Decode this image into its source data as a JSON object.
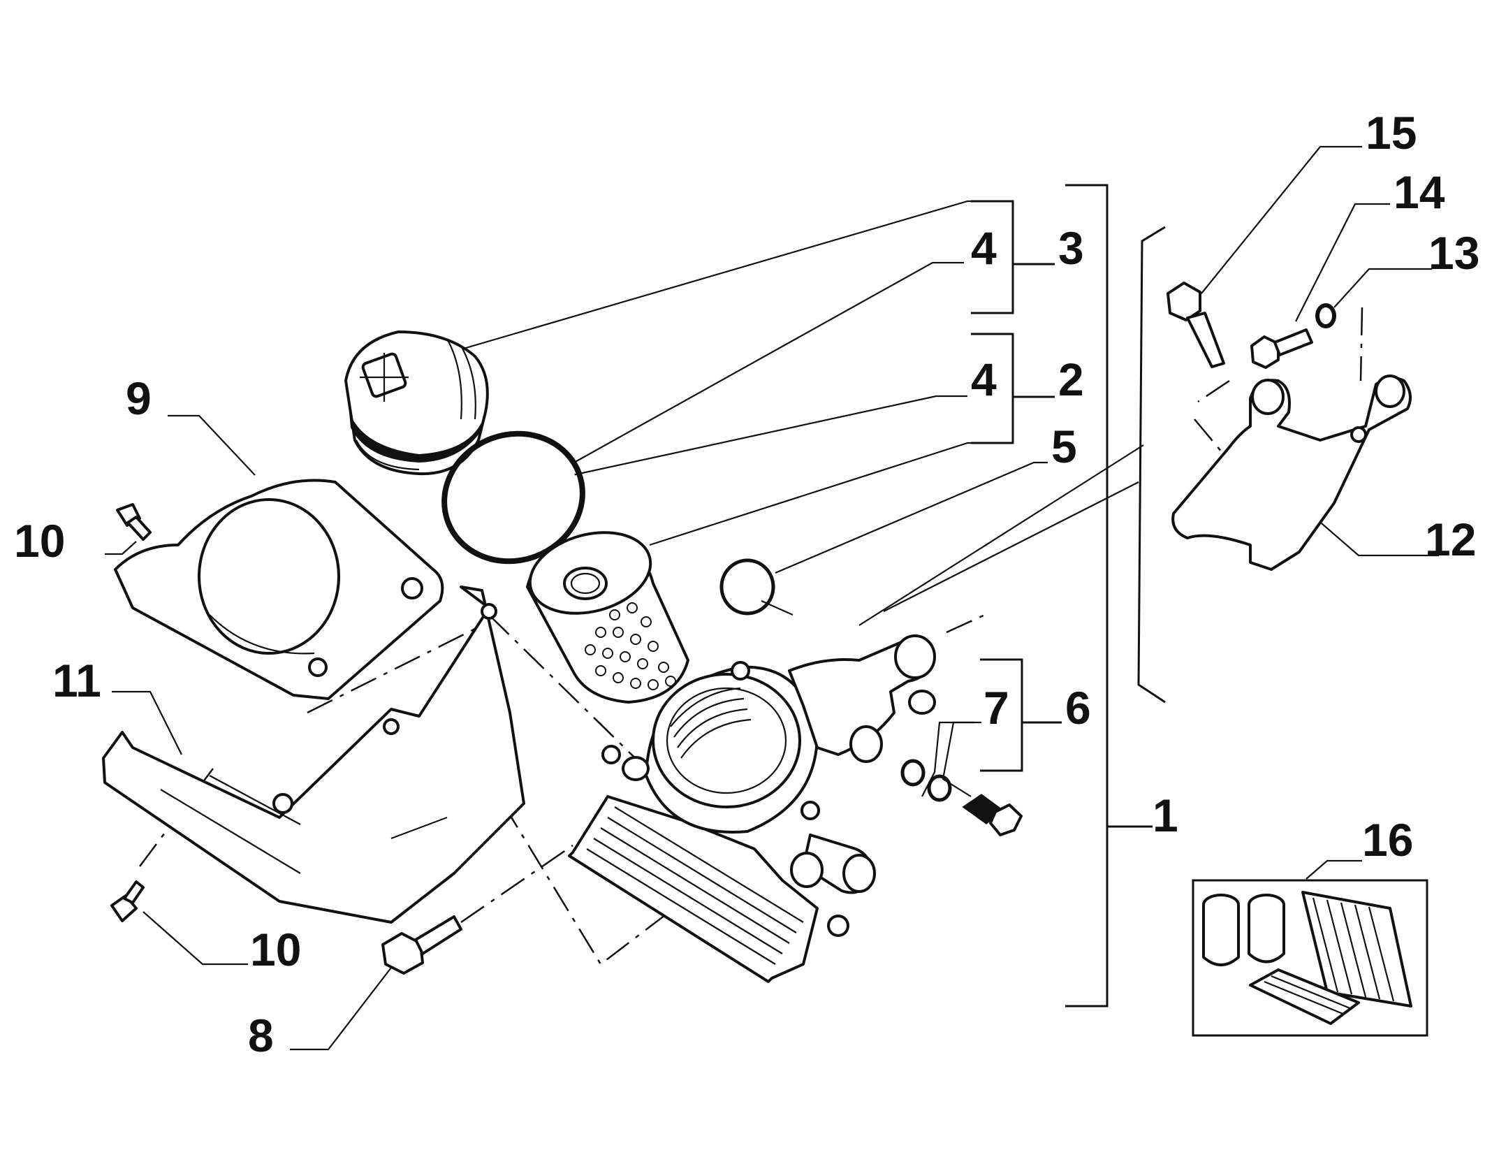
{
  "diagram": {
    "type": "exploded-parts-view",
    "callouts": [
      {
        "id": "c15",
        "text": "15"
      },
      {
        "id": "c14",
        "text": "14"
      },
      {
        "id": "c13",
        "text": "13"
      },
      {
        "id": "c4a",
        "text": "4"
      },
      {
        "id": "c3",
        "text": "3"
      },
      {
        "id": "c4b",
        "text": "4"
      },
      {
        "id": "c2",
        "text": "2"
      },
      {
        "id": "c5",
        "text": "5"
      },
      {
        "id": "c9",
        "text": "9"
      },
      {
        "id": "c10a",
        "text": "10"
      },
      {
        "id": "c12",
        "text": "12"
      },
      {
        "id": "c11",
        "text": "11"
      },
      {
        "id": "c7",
        "text": "7"
      },
      {
        "id": "c6",
        "text": "6"
      },
      {
        "id": "c1",
        "text": "1"
      },
      {
        "id": "c16",
        "text": "16"
      },
      {
        "id": "c10b",
        "text": "10"
      },
      {
        "id": "c8",
        "text": "8"
      }
    ]
  }
}
